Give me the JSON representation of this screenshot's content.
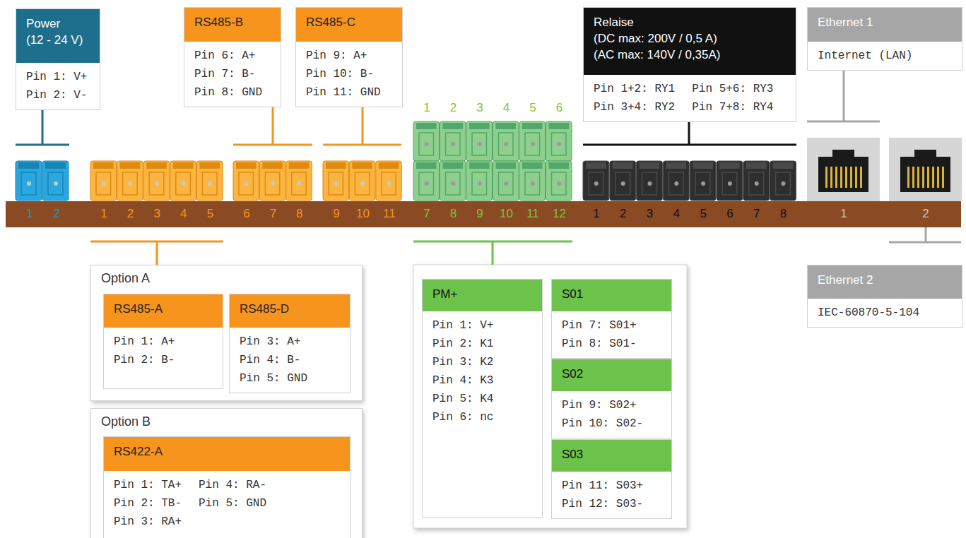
{
  "diagram": {
    "nodes": [
      {
        "text": [
          "Power",
          "(12 - 24 V)",
          "Pin 1: V+",
          "Pin 2: V-"
        ]
      },
      {
        "text": [
          "RS485-B",
          "Pin 6: A+",
          "Pin 7: B-",
          "Pin 8: GND"
        ]
      },
      {
        "text": [
          "RS485-C",
          "Pin 9: A+",
          "Pin 10: B-",
          "Pin 11: GND"
        ]
      },
      {
        "text": [
          "Relaise",
          "(DC max: 200V / 0,5 A)",
          "(AC max: 140V / 0,35A)",
          "Pin 1+2: RY1",
          "Pin 3+4: RY2",
          "Pin 5+6: RY3",
          "Pin 7+8: RY4"
        ]
      },
      {
        "text": [
          "Ethernet 1",
          "Internet (LAN)"
        ]
      },
      {
        "text": [
          "Option A"
        ]
      },
      {
        "text": [
          "RS485-A",
          "Pin 1: A+",
          "Pin 2: B-"
        ],
        "in": 5
      },
      {
        "text": [
          "RS485-D",
          "Pin 3: A+",
          "Pin 4: B-",
          "Pin 5: GND"
        ],
        "in": 5
      },
      {
        "text": [
          "Option B"
        ]
      },
      {
        "text": [
          "RS422-A",
          "Pin 1: TA+",
          "Pin 2: TB-",
          "Pin 3: RA+",
          "Pin 4: RA-",
          "Pin 5: GND"
        ],
        "in": 8
      },
      {
        "text": [
          "PM+",
          "Pin 1: V+",
          "Pin 2: K1",
          "Pin 3: K2",
          "Pin 4: K3",
          "Pin 5: K4",
          "Pin 6: nc"
        ]
      },
      {
        "text": [
          "S01",
          "Pin 7: S01+",
          "Pin 8: S01-"
        ]
      },
      {
        "text": [
          "S02",
          "Pin 9: S02+",
          "Pin 10: S02-"
        ]
      },
      {
        "text": [
          "S03",
          "Pin 11: S03+",
          "Pin 12: S03-"
        ]
      },
      {
        "text": [
          "Ethernet 2",
          "IEC-60870-5-104"
        ]
      }
    ],
    "labels": [
      "1",
      "2",
      "3",
      "4",
      "5",
      "6",
      "1",
      "2",
      "1",
      "2",
      "3",
      "4",
      "5",
      "6",
      "7",
      "8",
      "9",
      "10",
      "11",
      "7",
      "8",
      "9",
      "10",
      "11",
      "12",
      "1",
      "2",
      "3",
      "4",
      "5",
      "6",
      "7",
      "8",
      "1",
      "2"
    ]
  }
}
